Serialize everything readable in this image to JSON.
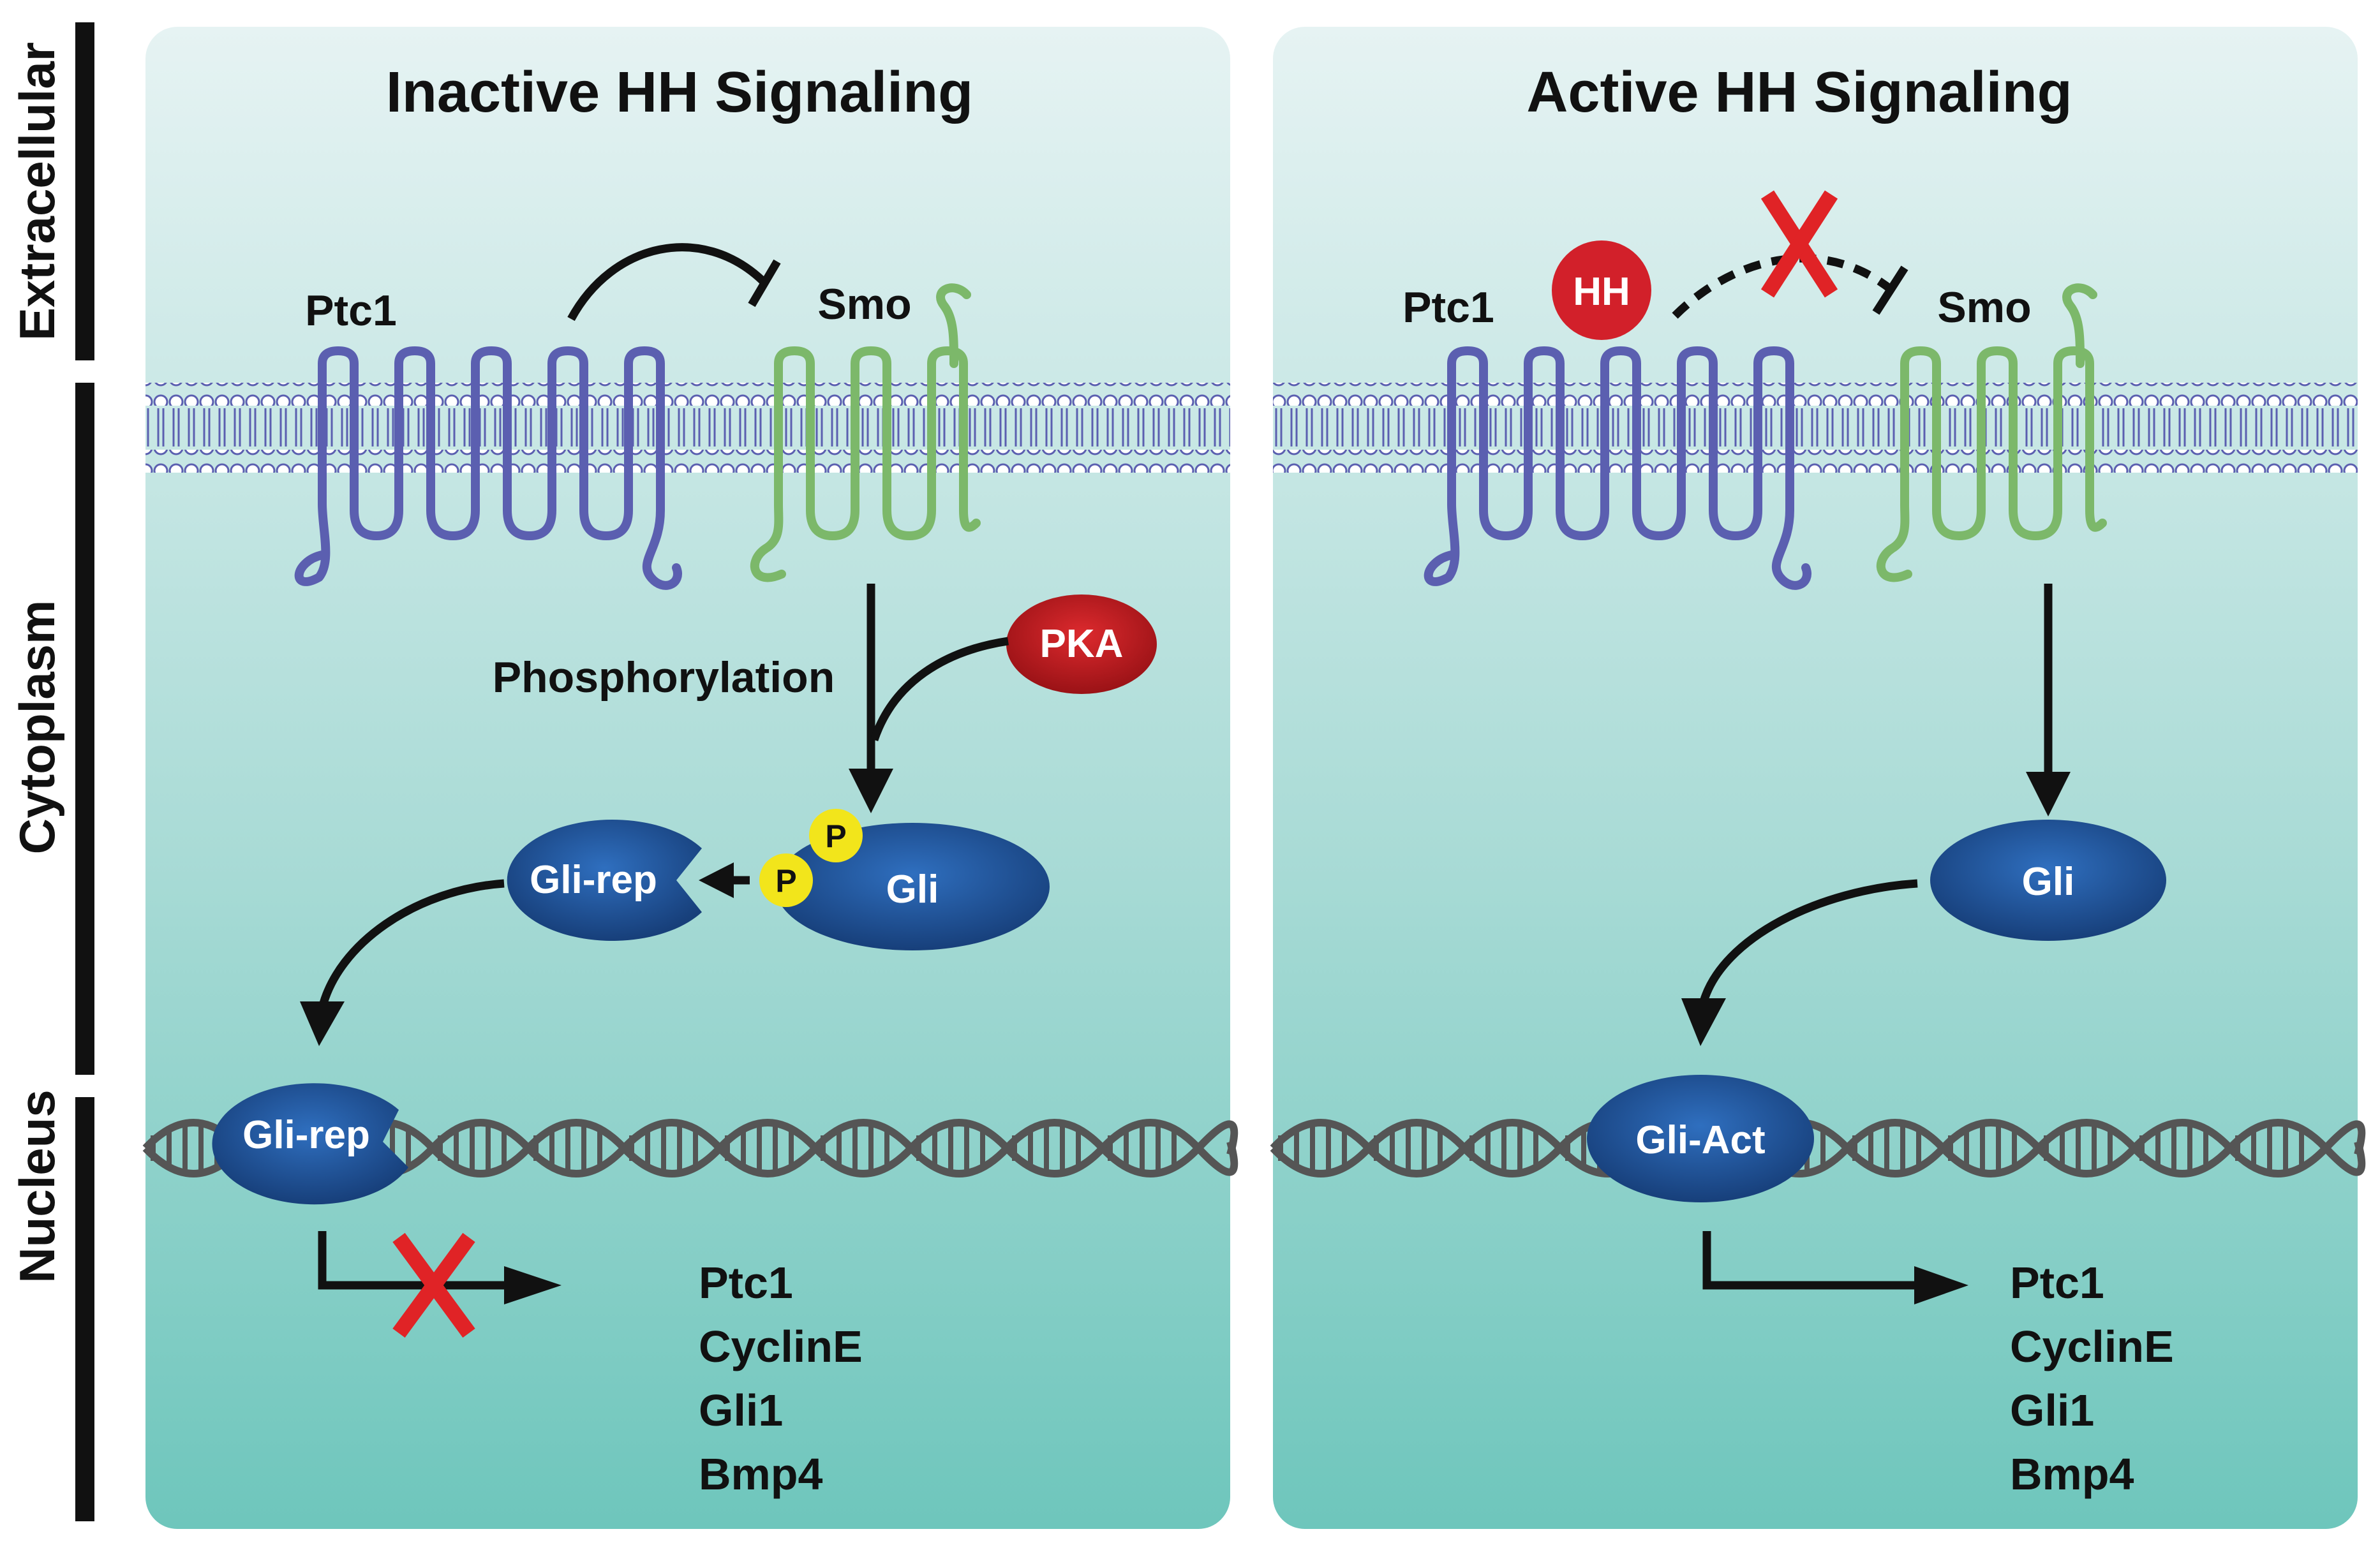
{
  "side_labels": {
    "extracellular": "Extracellular",
    "cytoplasm": "Cytoplasm",
    "nucleus": "Nucleus"
  },
  "left_panel": {
    "title": "Inactive HH Signaling",
    "ptc1": "Ptc1",
    "smo": "Smo",
    "pka": "PKA",
    "phosphorylation": "Phosphorylation",
    "p1": "P",
    "p2": "P",
    "gli": "Gli",
    "gli_rep_1": "Gli-rep",
    "gli_rep_2": "Gli-rep",
    "genes": [
      "Ptc1",
      "CyclinE",
      "Gli1",
      "Bmp4"
    ]
  },
  "right_panel": {
    "title": "Active HH Signaling",
    "ptc1": "Ptc1",
    "hh": "HH",
    "smo": "Smo",
    "gli": "Gli",
    "gli_act": "Gli-Act",
    "genes": [
      "Ptc1",
      "CyclinE",
      "Gli1",
      "Bmp4"
    ]
  },
  "colors": {
    "ptc1": "#5b5fb0",
    "smo": "#7cb86a",
    "gli": "#1d55a0",
    "pka": "#c01e22",
    "phospho": "#f2e51b",
    "inhibit_x": "#e02326",
    "dna": "#555555",
    "background_top": "#e6f3f3",
    "background_bottom": "#6ec6bc"
  }
}
